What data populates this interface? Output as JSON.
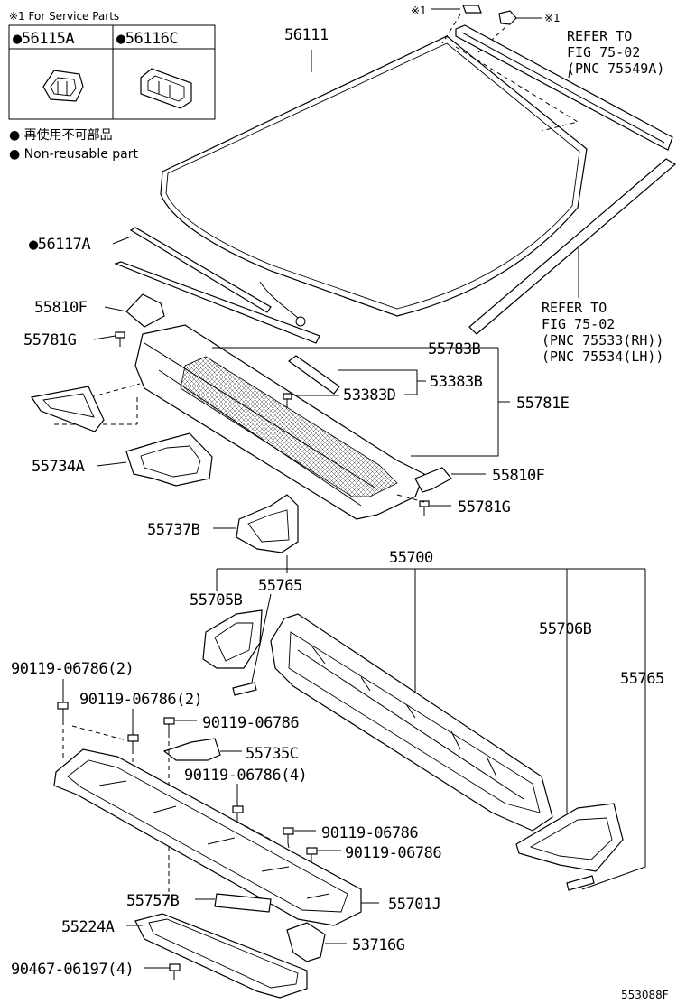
{
  "service_box": {
    "header": "※1 For Service Parts",
    "part_a": "●56115A",
    "part_b": "●56116C"
  },
  "legend": {
    "jp": "● 再使用不可部品",
    "en": "● Non-reusable part"
  },
  "marks": {
    "mark_top_left": "※1",
    "mark_top_right": "※1"
  },
  "refs": {
    "ref1_line1": "REFER TO",
    "ref1_line2": "FIG 75-02",
    "ref1_line3": "(PNC 75549A)",
    "ref2_line1": "REFER TO",
    "ref2_line2": "FIG 75-02",
    "ref2_line3": "(PNC 75533(RH))",
    "ref2_line4": "(PNC 75534(LH))"
  },
  "labels": {
    "p56111": "56111",
    "p56117A": "●56117A",
    "p55810F_left": "55810F",
    "p55781G_left": "55781G",
    "p55783B": "55783B",
    "p53383B": "53383B",
    "p53383D": "53383D",
    "p55781E": "55781E",
    "p55734A": "55734A",
    "p55810F_right": "55810F",
    "p55781G_right": "55781G",
    "p55737B": "55737B",
    "p55700": "55700",
    "p55765_top": "55765",
    "p55705B": "55705B",
    "p55706B": "55706B",
    "p55765_right": "55765",
    "b1": "90119-06786(2)",
    "b2": "90119-06786(2)",
    "b3": "90119-06786",
    "p55735C": "55735C",
    "b4": "90119-06786(4)",
    "b5": "90119-06786",
    "b6": "90119-06786",
    "p55757B": "55757B",
    "p55701J": "55701J",
    "p55224A": "55224A",
    "p53716G": "53716G",
    "b7": "90467-06197(4)",
    "fig_code": "553088F"
  }
}
